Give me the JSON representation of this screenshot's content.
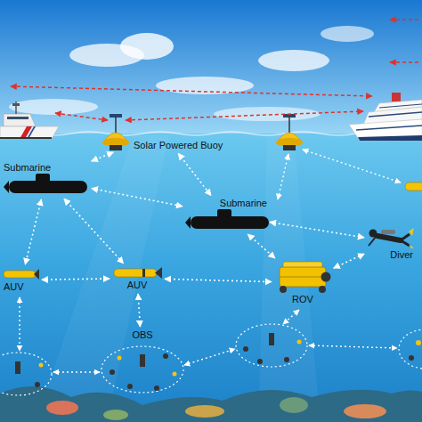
{
  "diagram": {
    "nodes": [
      {
        "text": [
          "Solar Powered Buoy"
        ]
      },
      {
        "text": [
          "Submarine"
        ]
      },
      {
        "text": [
          "Submarine"
        ]
      },
      {
        "text": [
          "Diver"
        ]
      },
      {
        "text": [
          "AUV"
        ]
      },
      {
        "text": [
          "AUV"
        ]
      },
      {
        "text": [
          "ROV"
        ]
      },
      {
        "text": [
          "OBS"
        ]
      }
    ],
    "edges": [
      {
        "from": 0,
        "to": 1,
        "arrow": "both"
      },
      {
        "from": 0,
        "to": 2,
        "arrow": "both"
      },
      {
        "from": 1,
        "to": 2,
        "arrow": "both"
      },
      {
        "from": 1,
        "to": 4,
        "arrow": "both"
      },
      {
        "from": 1,
        "to": 5,
        "arrow": "both"
      },
      {
        "from": 2,
        "to": 6,
        "arrow": "both"
      },
      {
        "from": 2,
        "to": 3,
        "arrow": "both"
      },
      {
        "from": 4,
        "to": 5,
        "arrow": "both"
      },
      {
        "from": 5,
        "to": 6,
        "arrow": "both"
      },
      {
        "from": 6,
        "to": 3,
        "arrow": "both"
      },
      {
        "from": 5,
        "to": 7,
        "arrow": "both"
      }
    ]
  }
}
